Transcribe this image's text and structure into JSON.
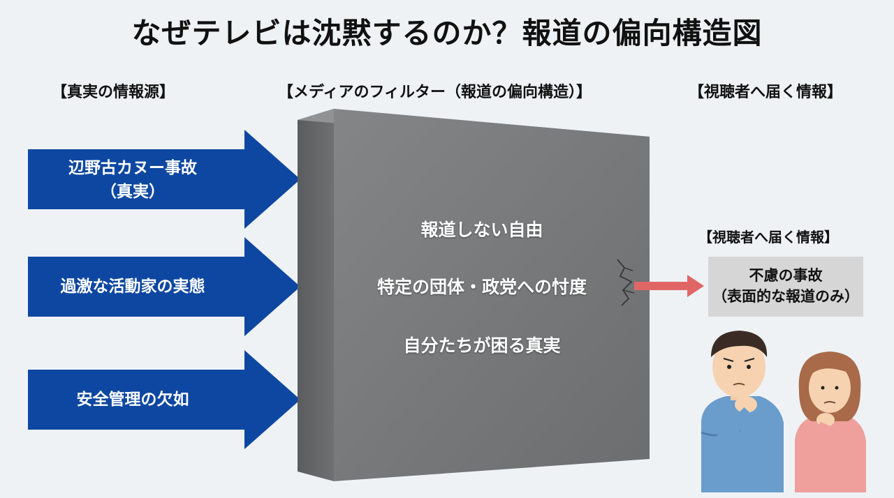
{
  "title": "なぜテレビは沈黙するのか？報道の偏向構造図",
  "headers": {
    "source": "【真実の情報源】",
    "filter": "【メディアのフィルター（報道の偏向構造）】",
    "viewer": "【視聴者へ届く情報】"
  },
  "arrows": [
    {
      "line1": "辺野古カヌー事故",
      "line2": "（真実）"
    },
    {
      "line1": "過激な活動家の実態",
      "line2": ""
    },
    {
      "line1": "安全管理の欠如",
      "line2": ""
    }
  ],
  "wall": {
    "lines": [
      "報道しない自由",
      "特定の団体・政党への忖度",
      "自分たちが困る真実"
    ]
  },
  "viewer": {
    "label": "【視聴者へ届く情報】",
    "box_line1": "不慮の事故",
    "box_line2": "（表面的な報道のみ）"
  },
  "colors": {
    "arrow_blue": "#0d47a1",
    "wall_gray": "#77797b",
    "leak_arrow": "#e06666",
    "background": "#eef2f5"
  }
}
